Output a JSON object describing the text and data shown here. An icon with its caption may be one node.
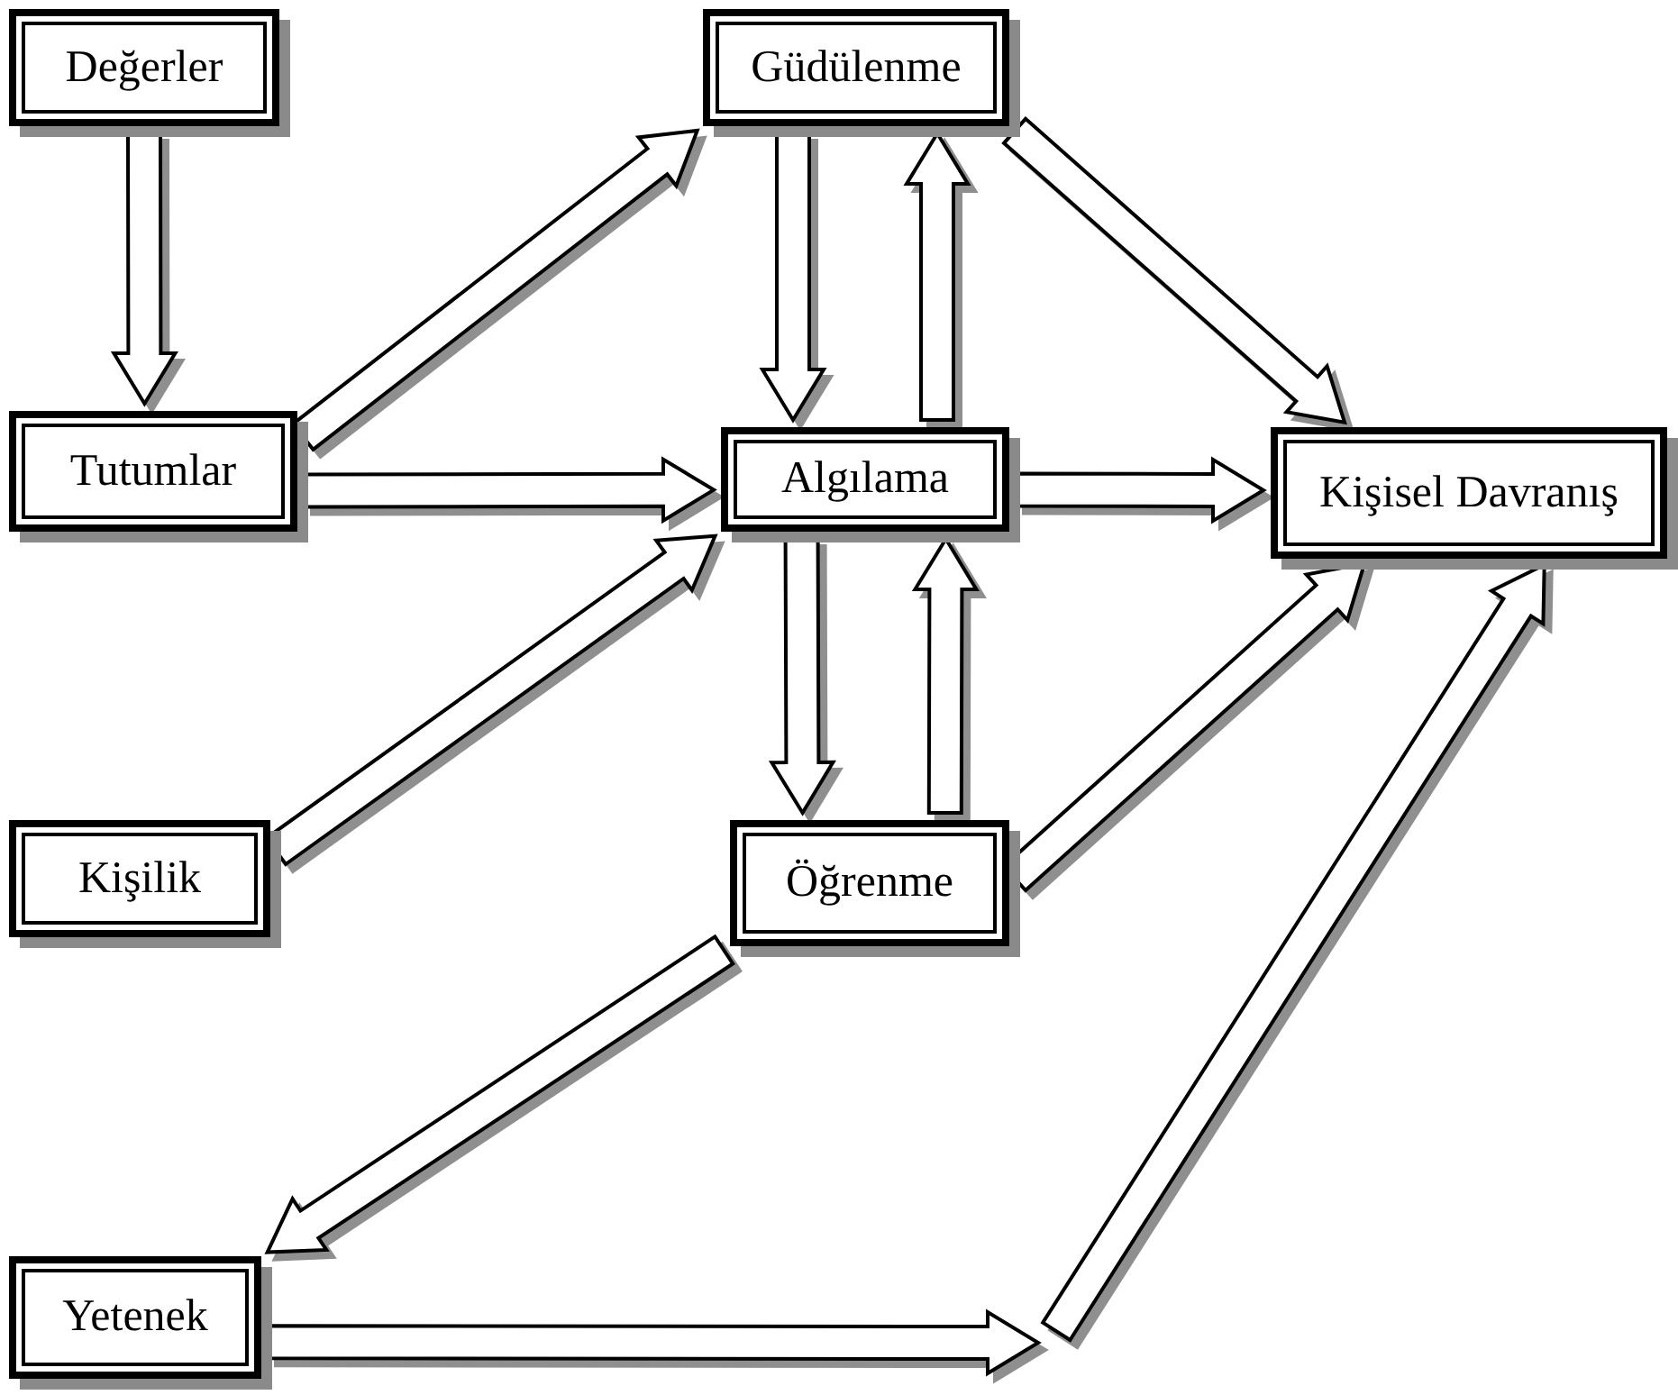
{
  "diagram": {
    "nodes": [
      {
        "text": [
          "Değerler"
        ]
      },
      {
        "text": [
          "Güdülenme"
        ]
      },
      {
        "text": [
          "Tutumlar"
        ]
      },
      {
        "text": [
          "Algılama"
        ]
      },
      {
        "text": [
          "Kişisel Davranış"
        ]
      },
      {
        "text": [
          "Kişilik"
        ]
      },
      {
        "text": [
          "Öğrenme"
        ]
      },
      {
        "text": [
          "Yetenek"
        ]
      }
    ],
    "edges": [
      {
        "from": 0,
        "to": 2,
        "arrow": "to"
      },
      {
        "from": 2,
        "to": 1,
        "arrow": "to"
      },
      {
        "from": 1,
        "to": 3,
        "arrow": "to"
      },
      {
        "from": 3,
        "to": 1,
        "arrow": "to"
      },
      {
        "from": 1,
        "to": 4,
        "arrow": "to"
      },
      {
        "from": 2,
        "to": 3,
        "arrow": "to"
      },
      {
        "from": 3,
        "to": 4,
        "arrow": "to"
      },
      {
        "from": 5,
        "to": 3,
        "arrow": "to"
      },
      {
        "from": 3,
        "to": 6,
        "arrow": "to"
      },
      {
        "from": 6,
        "to": 3,
        "arrow": "to"
      },
      {
        "from": 6,
        "to": 4,
        "arrow": "to"
      },
      {
        "from": 6,
        "to": 7,
        "arrow": "to"
      },
      {
        "from": 7,
        "to": null,
        "arrow": "to"
      },
      {
        "from": null,
        "to": 4,
        "arrow": "to"
      }
    ]
  }
}
